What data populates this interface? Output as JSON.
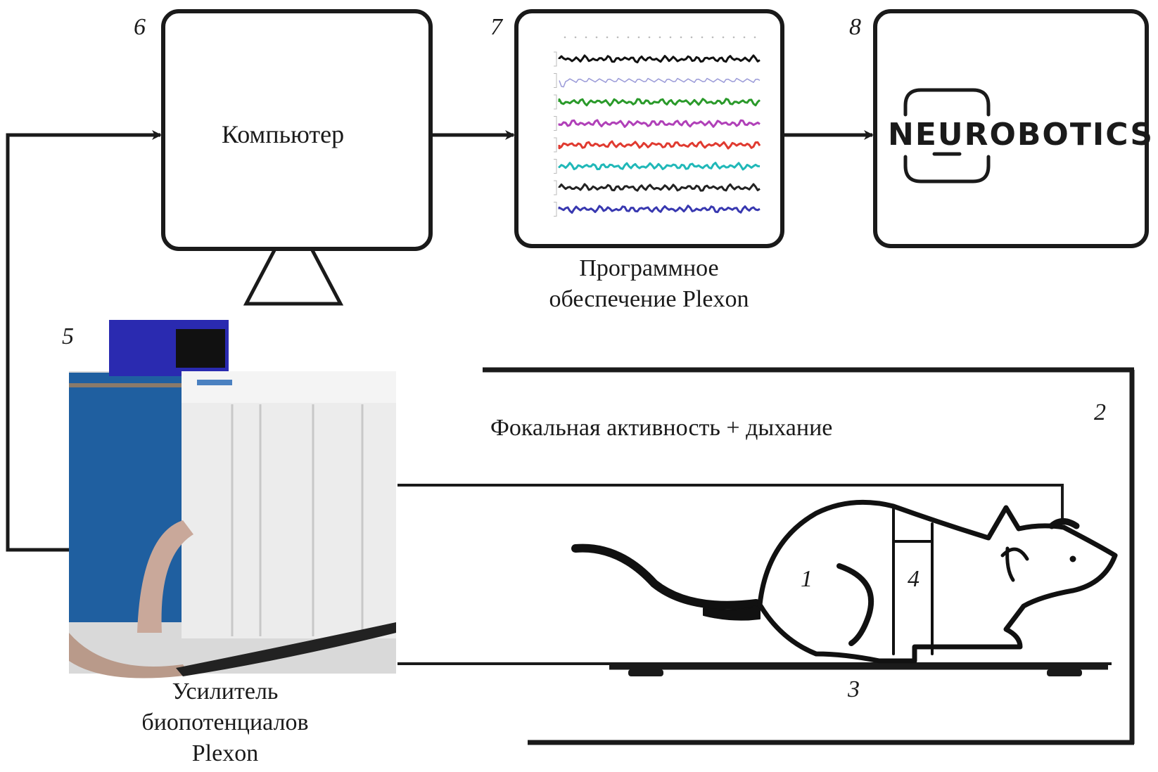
{
  "figure": {
    "computer": {
      "number": "6",
      "label": "Компьютер"
    },
    "software": {
      "number": "7",
      "caption_line1": "Программное",
      "caption_line2": "обеспечение Plexon"
    },
    "neurobotics": {
      "number": "8",
      "logo_text": "NEUROBOTICS"
    },
    "amplifier": {
      "number": "5",
      "caption_line1": "Усилитель",
      "caption_line2": "биопотенциалов",
      "caption_line3": "Plexon"
    },
    "enclosure": {
      "number": "2",
      "signal_label": "Фокальная активность + дыхание"
    },
    "rat": {
      "number": "1"
    },
    "breathing_belt": {
      "number": "4"
    },
    "platform": {
      "number": "3"
    }
  },
  "signal_traces": {
    "count": 8,
    "colors": [
      "#111111",
      "#9a9ad8",
      "#2a9a2a",
      "#b040b8",
      "#e03a30",
      "#20b8b8",
      "#222222",
      "#3838b0"
    ]
  },
  "colors": {
    "line": "#1a1a1a",
    "amplifier_blue": "#1f5fa0",
    "headstage_blue": "#2a2ab0",
    "rack_grey": "#e6e6e6"
  }
}
